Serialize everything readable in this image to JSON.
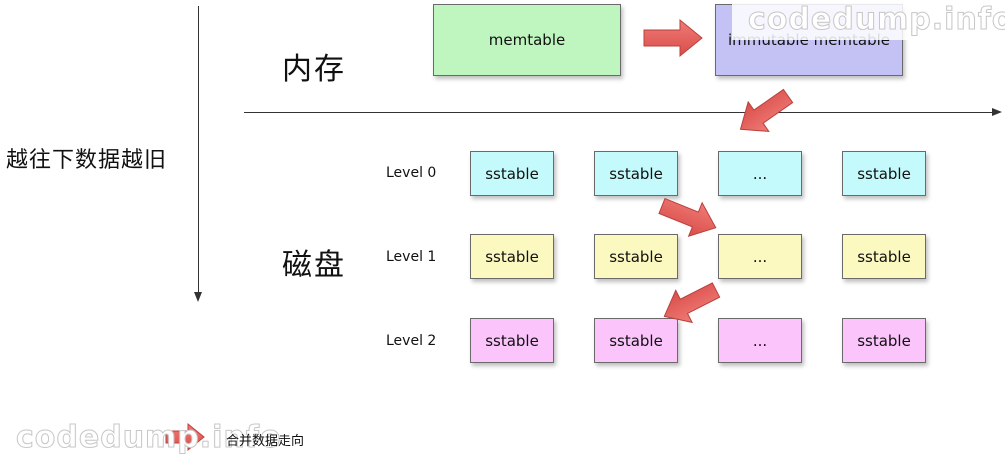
{
  "axis": {
    "vertical_label": "越往下数据越旧"
  },
  "sections": {
    "memory": "内存",
    "disk": "磁盘"
  },
  "memory": {
    "memtable": "memtable",
    "immutable": "immutable memtable"
  },
  "levels": [
    {
      "label": "Level 0",
      "tables": [
        "sstable",
        "sstable",
        "...",
        "sstable"
      ]
    },
    {
      "label": "Level 1",
      "tables": [
        "sstable",
        "sstable",
        "...",
        "sstable"
      ]
    },
    {
      "label": "Level 2",
      "tables": [
        "sstable",
        "sstable",
        "...",
        "sstable"
      ]
    }
  ],
  "legend": {
    "label": "合并数据走向"
  },
  "watermark": "codedump.info",
  "colors": {
    "memtable": "#bff5be",
    "immutable": "#c4c2f4",
    "level0": "#c4fafb",
    "level1": "#fbf8c0",
    "level2": "#fbc4fb",
    "arrow_fill": "#e9625f",
    "arrow_stroke": "#b8413d"
  }
}
